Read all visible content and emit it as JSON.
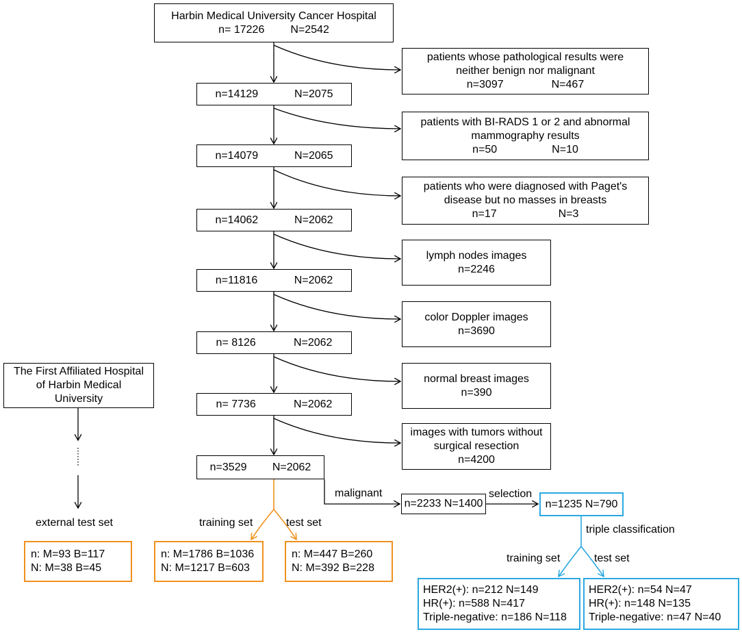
{
  "main_flow": {
    "source": {
      "title": "Harbin Medical University Cancer Hospital",
      "n": "n= 17226",
      "N": "N=2542"
    },
    "steps": [
      {
        "n": "n=14129",
        "N": "N=2075"
      },
      {
        "n": "n=14079",
        "N": "N=2065"
      },
      {
        "n": "n=14062",
        "N": "N=2062"
      },
      {
        "n": "n=11816",
        "N": "N=2062"
      },
      {
        "n": "n= 8126",
        "N": "N=2062"
      },
      {
        "n": "n= 7736",
        "N": "N=2062"
      },
      {
        "n": "n=3529",
        "N": "N=2062"
      }
    ]
  },
  "exclusions": [
    {
      "line1": "patients whose pathological results were",
      "line2": "neither benign nor malignant",
      "n": "n=3097",
      "N": "N=467"
    },
    {
      "line1": "patients with BI-RADS 1 or 2 and abnormal",
      "line2": "mammography results",
      "n": "n=50",
      "N": "N=10"
    },
    {
      "line1": "patients who were diagnosed with Paget's",
      "line2": "disease but no masses in breasts",
      "n": "n=17",
      "N": "N=3"
    },
    {
      "line1": "lymph nodes images",
      "count": "n=2246"
    },
    {
      "line1": "color Doppler images",
      "count": "n=3690"
    },
    {
      "line1": "normal breast images",
      "count": "n=390"
    },
    {
      "line1": "images with tumors without",
      "line2": "surgical resection",
      "count": "n=4200"
    }
  ],
  "external": {
    "hospital_lines": [
      "The First Affiliated Hospital",
      "of Harbin Medical",
      "University"
    ],
    "label": "external test set",
    "lines": [
      "n: M=93 B=117",
      "N: M=38 B=45"
    ]
  },
  "split": {
    "training_label": "training set",
    "test_label": "test set",
    "training_lines": [
      "n: M=1786 B=1036",
      "N: M=1217 B=603"
    ],
    "test_lines": [
      "n: M=447 B=260",
      "N: M=392 B=228"
    ]
  },
  "malignant_branch": {
    "malignant_label": "malignant",
    "malignant_box": "n=2233 N=1400",
    "selection_label": "selection",
    "selection_box": "n=1235 N=790",
    "triple_label": "triple classification",
    "training_label": "training set",
    "test_label": "test set",
    "training_lines": [
      "HER2(+): n=212 N=149",
      "HR(+): n=588 N=417",
      "Triple-negative: n=186 N=118"
    ],
    "test_lines": [
      "HER2(+): n=54 N=47",
      "HR(+): n=148 N=135",
      "Triple-negative: n=47 N=40"
    ]
  },
  "colors": {
    "orange": "#f0901e",
    "blue": "#29a8e0",
    "black": "#000000"
  }
}
